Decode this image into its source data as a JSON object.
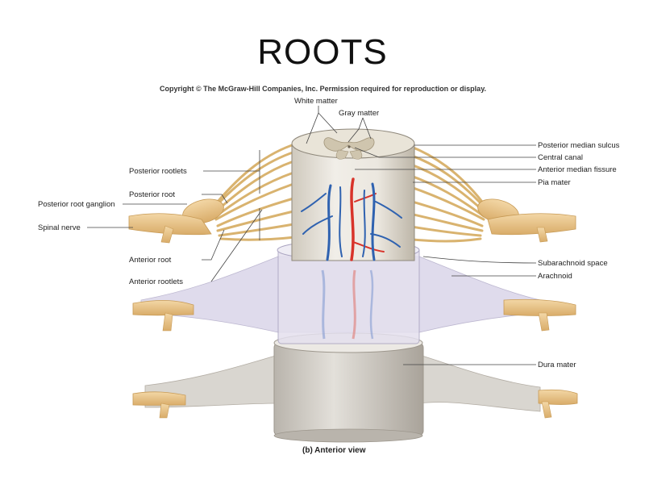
{
  "slide": {
    "title": "ROOTS"
  },
  "figure": {
    "copyright": "Copyright © The McGraw-Hill Companies, Inc. Permission required for reproduction or display.",
    "caption": "(b) Anterior view",
    "labels": {
      "white_matter": "White matter",
      "gray_matter": "Gray matter",
      "posterior_median_sulcus": "Posterior median sulcus",
      "central_canal": "Central canal",
      "anterior_median_fissure": "Anterior median fissure",
      "pia_mater": "Pia mater",
      "posterior_rootlets": "Posterior rootlets",
      "posterior_root": "Posterior root",
      "posterior_root_ganglion": "Posterior root ganglion",
      "spinal_nerve": "Spinal nerve",
      "anterior_root": "Anterior root",
      "anterior_rootlets": "Anterior rootlets",
      "subarachnoid_space": "Subarachnoid space",
      "arachnoid": "Arachnoid",
      "dura_mater": "Dura mater"
    },
    "colors": {
      "nerve": "#e8c48a",
      "nerve_outline": "#c79a55",
      "cord": "#e6e2da",
      "artery": "#d8332a",
      "vein": "#2f62b0",
      "arachnoid": "#c9c3de",
      "dura": "#cfcbc4"
    }
  }
}
